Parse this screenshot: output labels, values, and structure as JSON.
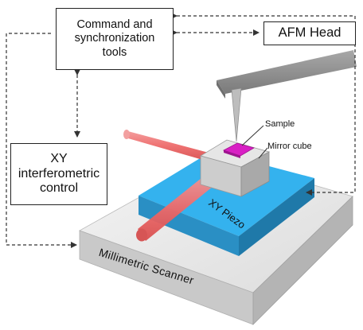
{
  "boxes": {
    "command": {
      "line1": "Command and",
      "line2": "synchronization",
      "line3": "tools"
    },
    "xy_control": {
      "line1": "XY",
      "line2": "interferometric",
      "line3": "control"
    },
    "afm_head": {
      "label": "AFM Head"
    }
  },
  "labels": {
    "sample": "Sample",
    "mirror_cube": "Mirror cube",
    "xy_piezo": "XY Piezo",
    "scanner": "Millimetric Scanner"
  },
  "colors": {
    "piezo": "#29a8e6",
    "sample": "#d81fc4",
    "laser": "#ee6b6b",
    "scanner": "#e4e4e4",
    "cube": "#d0d0d0",
    "afm_head": "#8e8e8e"
  }
}
